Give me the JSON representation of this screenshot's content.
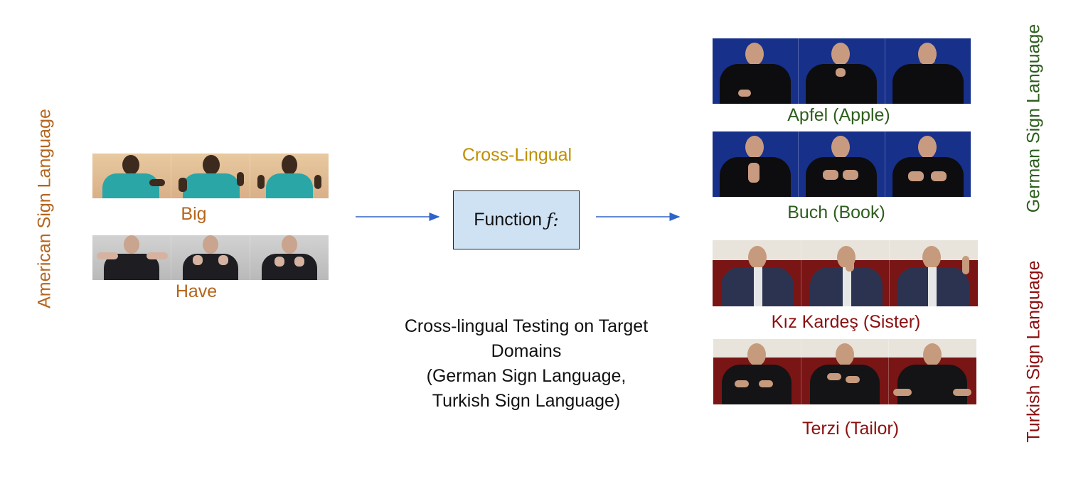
{
  "labels": {
    "left_vertical": "American Sign Language",
    "right_vertical_top": "German Sign Language",
    "right_vertical_bottom": "Turkish Sign Language",
    "cross_lingual": "Cross-Lingual",
    "function_box": "Function",
    "function_symbol": "ƒ:",
    "description": [
      "Cross-lingual Testing on Target",
      "Domains",
      "(German Sign Language,",
      "Turkish Sign Language)"
    ]
  },
  "source_signs": [
    {
      "caption": "Big"
    },
    {
      "caption": "Have"
    }
  ],
  "target_signs": [
    {
      "caption": "Apfel (Apple)"
    },
    {
      "caption": "Buch (Book)"
    },
    {
      "caption": "Kız Kardeş (Sister)"
    },
    {
      "caption": "Terzi (Tailor)"
    }
  ],
  "colors": {
    "asl": "#b5651d",
    "german": "#2e5e1e",
    "turkish": "#8b1010",
    "cross": "#bf9000",
    "arrow": "#2e63c9",
    "box_fill": "#cfe2f3"
  }
}
